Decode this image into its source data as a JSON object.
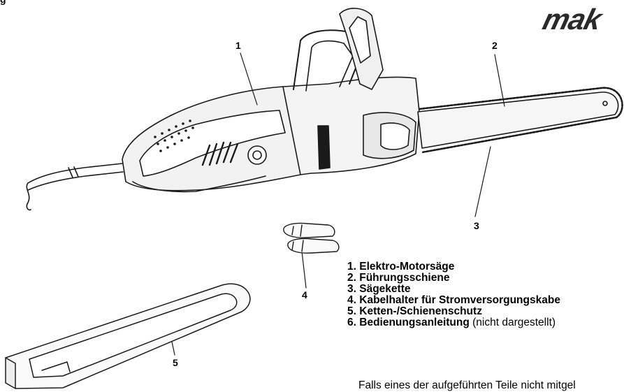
{
  "page": {
    "top_fragment": "g",
    "logo_text": "mak",
    "callouts": [
      "1",
      "2",
      "3",
      "4",
      "5"
    ],
    "parts": [
      {
        "num": "1.",
        "name": "Elektro-Motorsäge",
        "note": ""
      },
      {
        "num": "2.",
        "name": "Führungsschiene",
        "note": ""
      },
      {
        "num": "3.",
        "name": "Sägekette",
        "note": ""
      },
      {
        "num": "4.",
        "name": "Kabelhalter für Stromversorgungskabe",
        "note": ""
      },
      {
        "num": "5.",
        "name": "Ketten-/Schienenschutz",
        "note": ""
      },
      {
        "num": "6.",
        "name": "Bedienungsanleitung",
        "note": " (nicht dargestellt)"
      }
    ],
    "footer_note": "Falls eines der aufgeführten Teile nicht mitgel"
  }
}
